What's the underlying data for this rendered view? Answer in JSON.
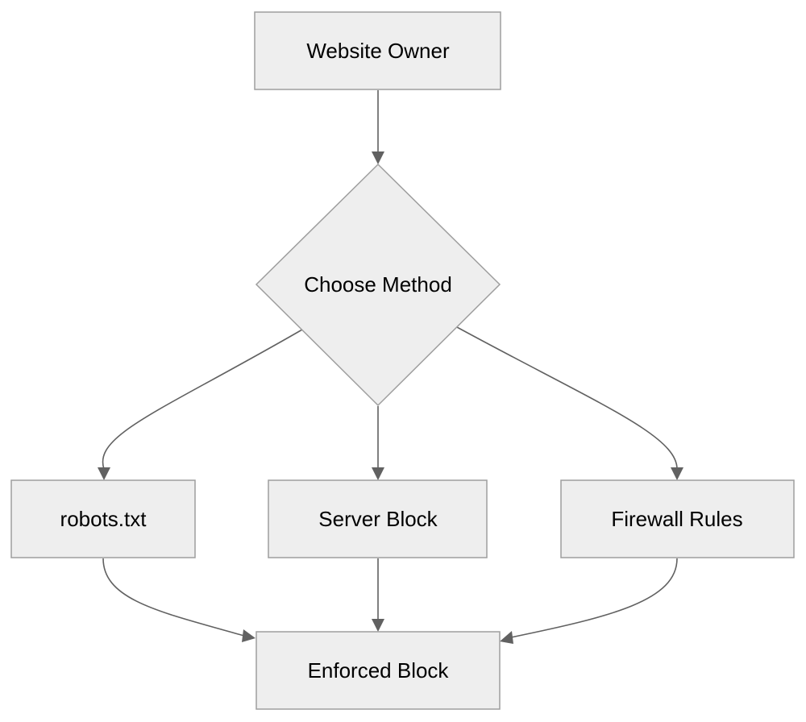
{
  "diagram": {
    "nodes": {
      "website_owner": "Website Owner",
      "choose_method": "Choose Method",
      "robots_txt": "robots.txt",
      "server_block": "Server Block",
      "firewall_rules": "Firewall Rules",
      "enforced_block": "Enforced Block"
    },
    "edges": [
      {
        "from": "website_owner",
        "to": "choose_method"
      },
      {
        "from": "choose_method",
        "to": "robots_txt"
      },
      {
        "from": "choose_method",
        "to": "server_block"
      },
      {
        "from": "choose_method",
        "to": "firewall_rules"
      },
      {
        "from": "robots_txt",
        "to": "enforced_block"
      },
      {
        "from": "server_block",
        "to": "enforced_block"
      },
      {
        "from": "firewall_rules",
        "to": "enforced_block"
      }
    ],
    "colors": {
      "node_fill": "#eeeeee",
      "node_border": "#9e9e9e",
      "edge": "#616161",
      "text": "#000000"
    }
  }
}
